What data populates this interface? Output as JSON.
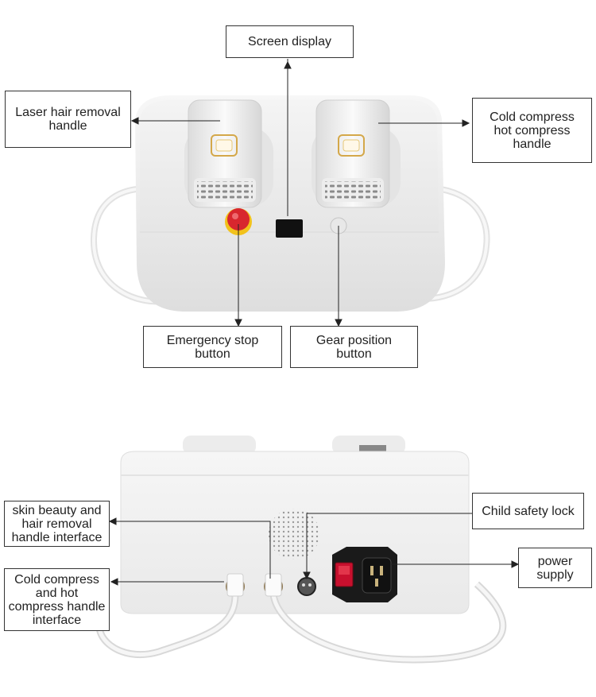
{
  "labels": {
    "screen_display": "Screen display",
    "laser_handle": "Laser hair removal\nhandle",
    "cold_hot_handle": "Cold compress\nhot compress\nhandle",
    "emergency_stop": "Emergency stop\nbutton",
    "gear_position": "Gear position\nbutton",
    "skin_beauty_interface": "skin beauty and\nhair removal\nhandle interface",
    "child_safety_lock": "Child safety lock",
    "cold_hot_interface": "Cold compress\nand hot\ncompress handle\ninterface",
    "power_supply": "power\nsupply"
  },
  "colors": {
    "device_body": "#f2f2f2",
    "device_shadow": "#dcdcdc",
    "emergency_button": "#d8262e",
    "emergency_ring": "#f2c21b",
    "screen": "#111111",
    "power_switch": "#c8102e",
    "gold_accent": "#d4a84a"
  }
}
